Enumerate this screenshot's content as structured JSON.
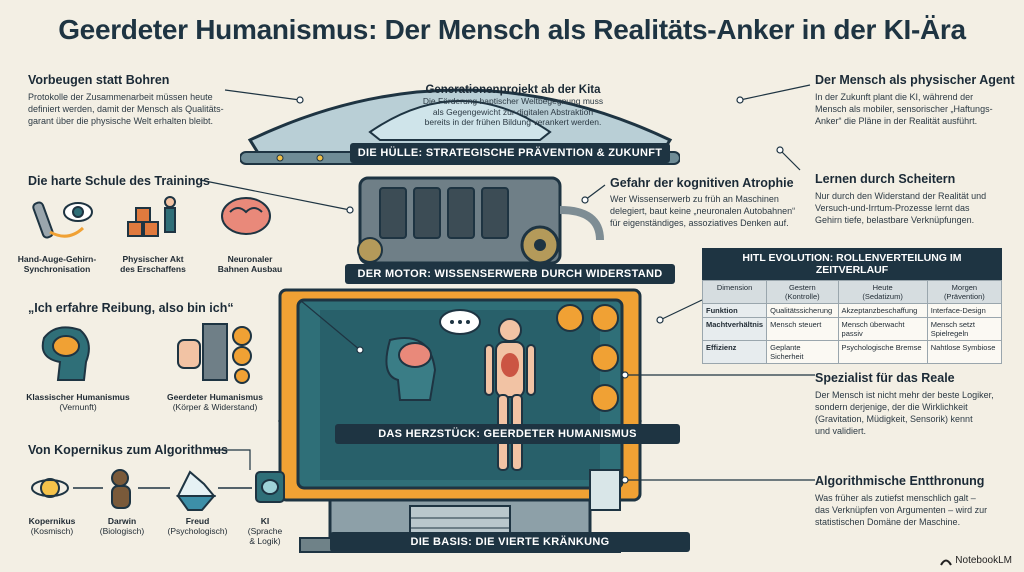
{
  "title": "Geerdeter Humanismus: Der Mensch als Realitäts-Anker in der KI-Ära",
  "left": {
    "vorbeugen": {
      "heading": "Vorbeugen statt Bohren",
      "text": [
        "Protokolle der Zusammenarbeit müssen heute",
        "definiert werden, damit der Mensch als Qualitäts-",
        "garant über die physische Welt erhalten bleibt."
      ]
    },
    "training": {
      "heading": "Die harte Schule des Trainings",
      "items": [
        {
          "icon": "hand-eye-icon",
          "label": [
            "Hand-Auge-Gehirn-",
            "Synchronisation"
          ]
        },
        {
          "icon": "building-blocks-icon",
          "label": [
            "Physischer Akt",
            "des Erschaffens"
          ]
        },
        {
          "icon": "brain-icon",
          "label": [
            "Neuronaler",
            "Bahnen Ausbau"
          ]
        }
      ]
    },
    "reibung": {
      "heading": "„Ich erfahre Reibung, also bin ich“",
      "items": [
        {
          "icon": "head-brain-icon",
          "label": [
            "Klassischer Humanismus",
            "(Vernunft)"
          ]
        },
        {
          "icon": "hand-wall-icon",
          "label": [
            "Geerdeter Humanismus",
            "(Körper & Widerstand)"
          ]
        }
      ]
    },
    "kopernikus": {
      "heading": "Von Kopernikus zum Algorithmus",
      "items": [
        {
          "icon": "solar-system-icon",
          "label": [
            "Kopernikus",
            "(Kosmisch)"
          ]
        },
        {
          "icon": "ape-icon",
          "label": [
            "Darwin",
            "(Biologisch)"
          ]
        },
        {
          "icon": "iceberg-icon",
          "label": [
            "Freud",
            "(Psychologisch)"
          ]
        },
        {
          "icon": "ai-chip-icon",
          "label": [
            "KI",
            "(Sprache",
            "& Logik)"
          ]
        }
      ]
    }
  },
  "center": {
    "dome": {
      "heading": "Generationenprojekt ab der Kita",
      "text": [
        "Die Förderung haptischer Weltbegegnung muss",
        "als Gegengewicht zur digitalen Abstraktion",
        "bereits in der frühen Bildung verankert werden."
      ]
    },
    "banner_huelle": "DIE HÜLLE: STRATEGISCHE PRÄVENTION & ZUKUNFT",
    "banner_motor": "DER MOTOR: WISSENSERWERB DURCH WIDERSTAND",
    "banner_herz": "DAS HERZSTÜCK: GEERDETER HUMANISMUS",
    "banner_basis": "DIE BASIS: DIE VIERTE KRÄNKUNG",
    "atrophie": {
      "heading": "Gefahr der kognitiven Atrophie",
      "text": [
        "Wer Wissenserwerb zu früh an Maschinen",
        "delegiert, baut keine „neuronalen Autobahnen“",
        "für eigenständiges, assoziatives Denken auf."
      ]
    }
  },
  "right": {
    "agent": {
      "heading": "Der Mensch als physischer Agent",
      "text": [
        "In der Zukunft plant die KI, während der",
        "Mensch als mobiler, sensorischer „Haftungs-",
        "Anker“ die Pläne in der Realität ausführt."
      ]
    },
    "scheitern": {
      "heading": "Lernen durch Scheitern",
      "text": [
        "Nur durch den Widerstand der Realität und",
        "Versuch-und-Irrtum-Prozesse lernt das",
        "Gehirn tiefe, belastbare Verknüpfungen."
      ]
    },
    "spezialist": {
      "heading": "Spezialist für das Reale",
      "text": [
        "Der Mensch ist nicht mehr der beste Logiker,",
        "sondern derjenige, der die Wirklichkeit",
        "(Gravitation, Müdigkeit, Sensorik) kennt",
        "und validiert."
      ]
    },
    "entthronung": {
      "heading": "Algorithmische Entthronung",
      "text": [
        "Was früher als zutiefst menschlich galt –",
        "das Verknüpfen von Argumenten – wird zur",
        "statistischen Domäne der Maschine."
      ]
    }
  },
  "table": {
    "title": "HITL EVOLUTION: ROLLENVERTEILUNG IM ZEITVERLAUF",
    "headers": [
      "Dimension",
      "Gestern\n(Kontrolle)",
      "Heute\n(Sedatizum)",
      "Morgen\n(Prävention)"
    ],
    "rows": [
      [
        "Funktion",
        "Qualitätssicherung",
        "Akzeptanzbeschaffung",
        "Interface-Design"
      ],
      [
        "Machtverhältnis",
        "Mensch steuert",
        "Mensch überwacht passiv",
        "Mensch setzt Spielregeln"
      ],
      [
        "Effizienz",
        "Geplante Sicherheit",
        "Psychologische Bremse",
        "Nahtlose Symbiose"
      ]
    ]
  },
  "logo": "NotebookLM",
  "colors": {
    "navy": "#1e3442",
    "orange": "#f0a134",
    "teal": "#2f6f78",
    "background": "#f3efe4"
  }
}
